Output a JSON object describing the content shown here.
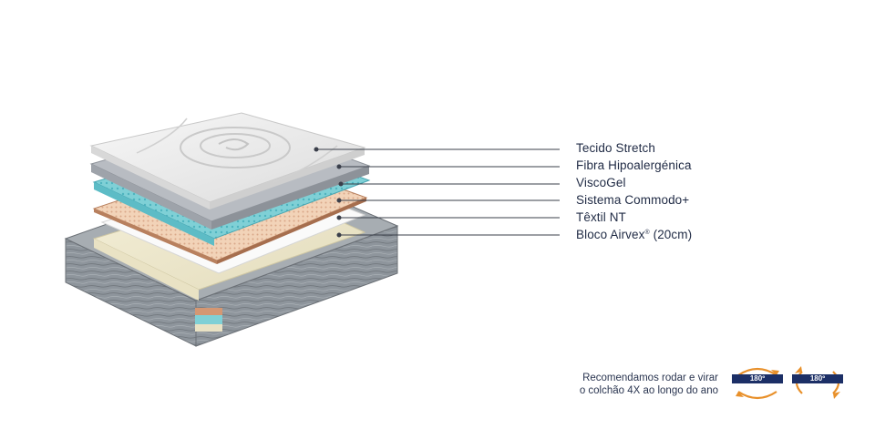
{
  "layers": [
    {
      "label": "Tecido Stretch",
      "sup": ""
    },
    {
      "label": "Fibra Hipoalergénica",
      "sup": ""
    },
    {
      "label": "ViscoGel",
      "sup": ""
    },
    {
      "label": "Sistema Commodo+",
      "sup": ""
    },
    {
      "label": "Têxtil NT",
      "sup": ""
    },
    {
      "label": "Bloco Airvex",
      "sup": "®",
      "suffix": " (20cm)"
    }
  ],
  "recommendation": {
    "line1": "Recomendamos rodar e virar",
    "line2": "o colchão 4X ao longo do ano"
  },
  "rotation_badges": [
    "180º",
    "180º"
  ],
  "colors": {
    "text": "#1f2a44",
    "badge": "#1c2f66",
    "arrow": "#e8902a",
    "line": "#3a3f4a"
  }
}
